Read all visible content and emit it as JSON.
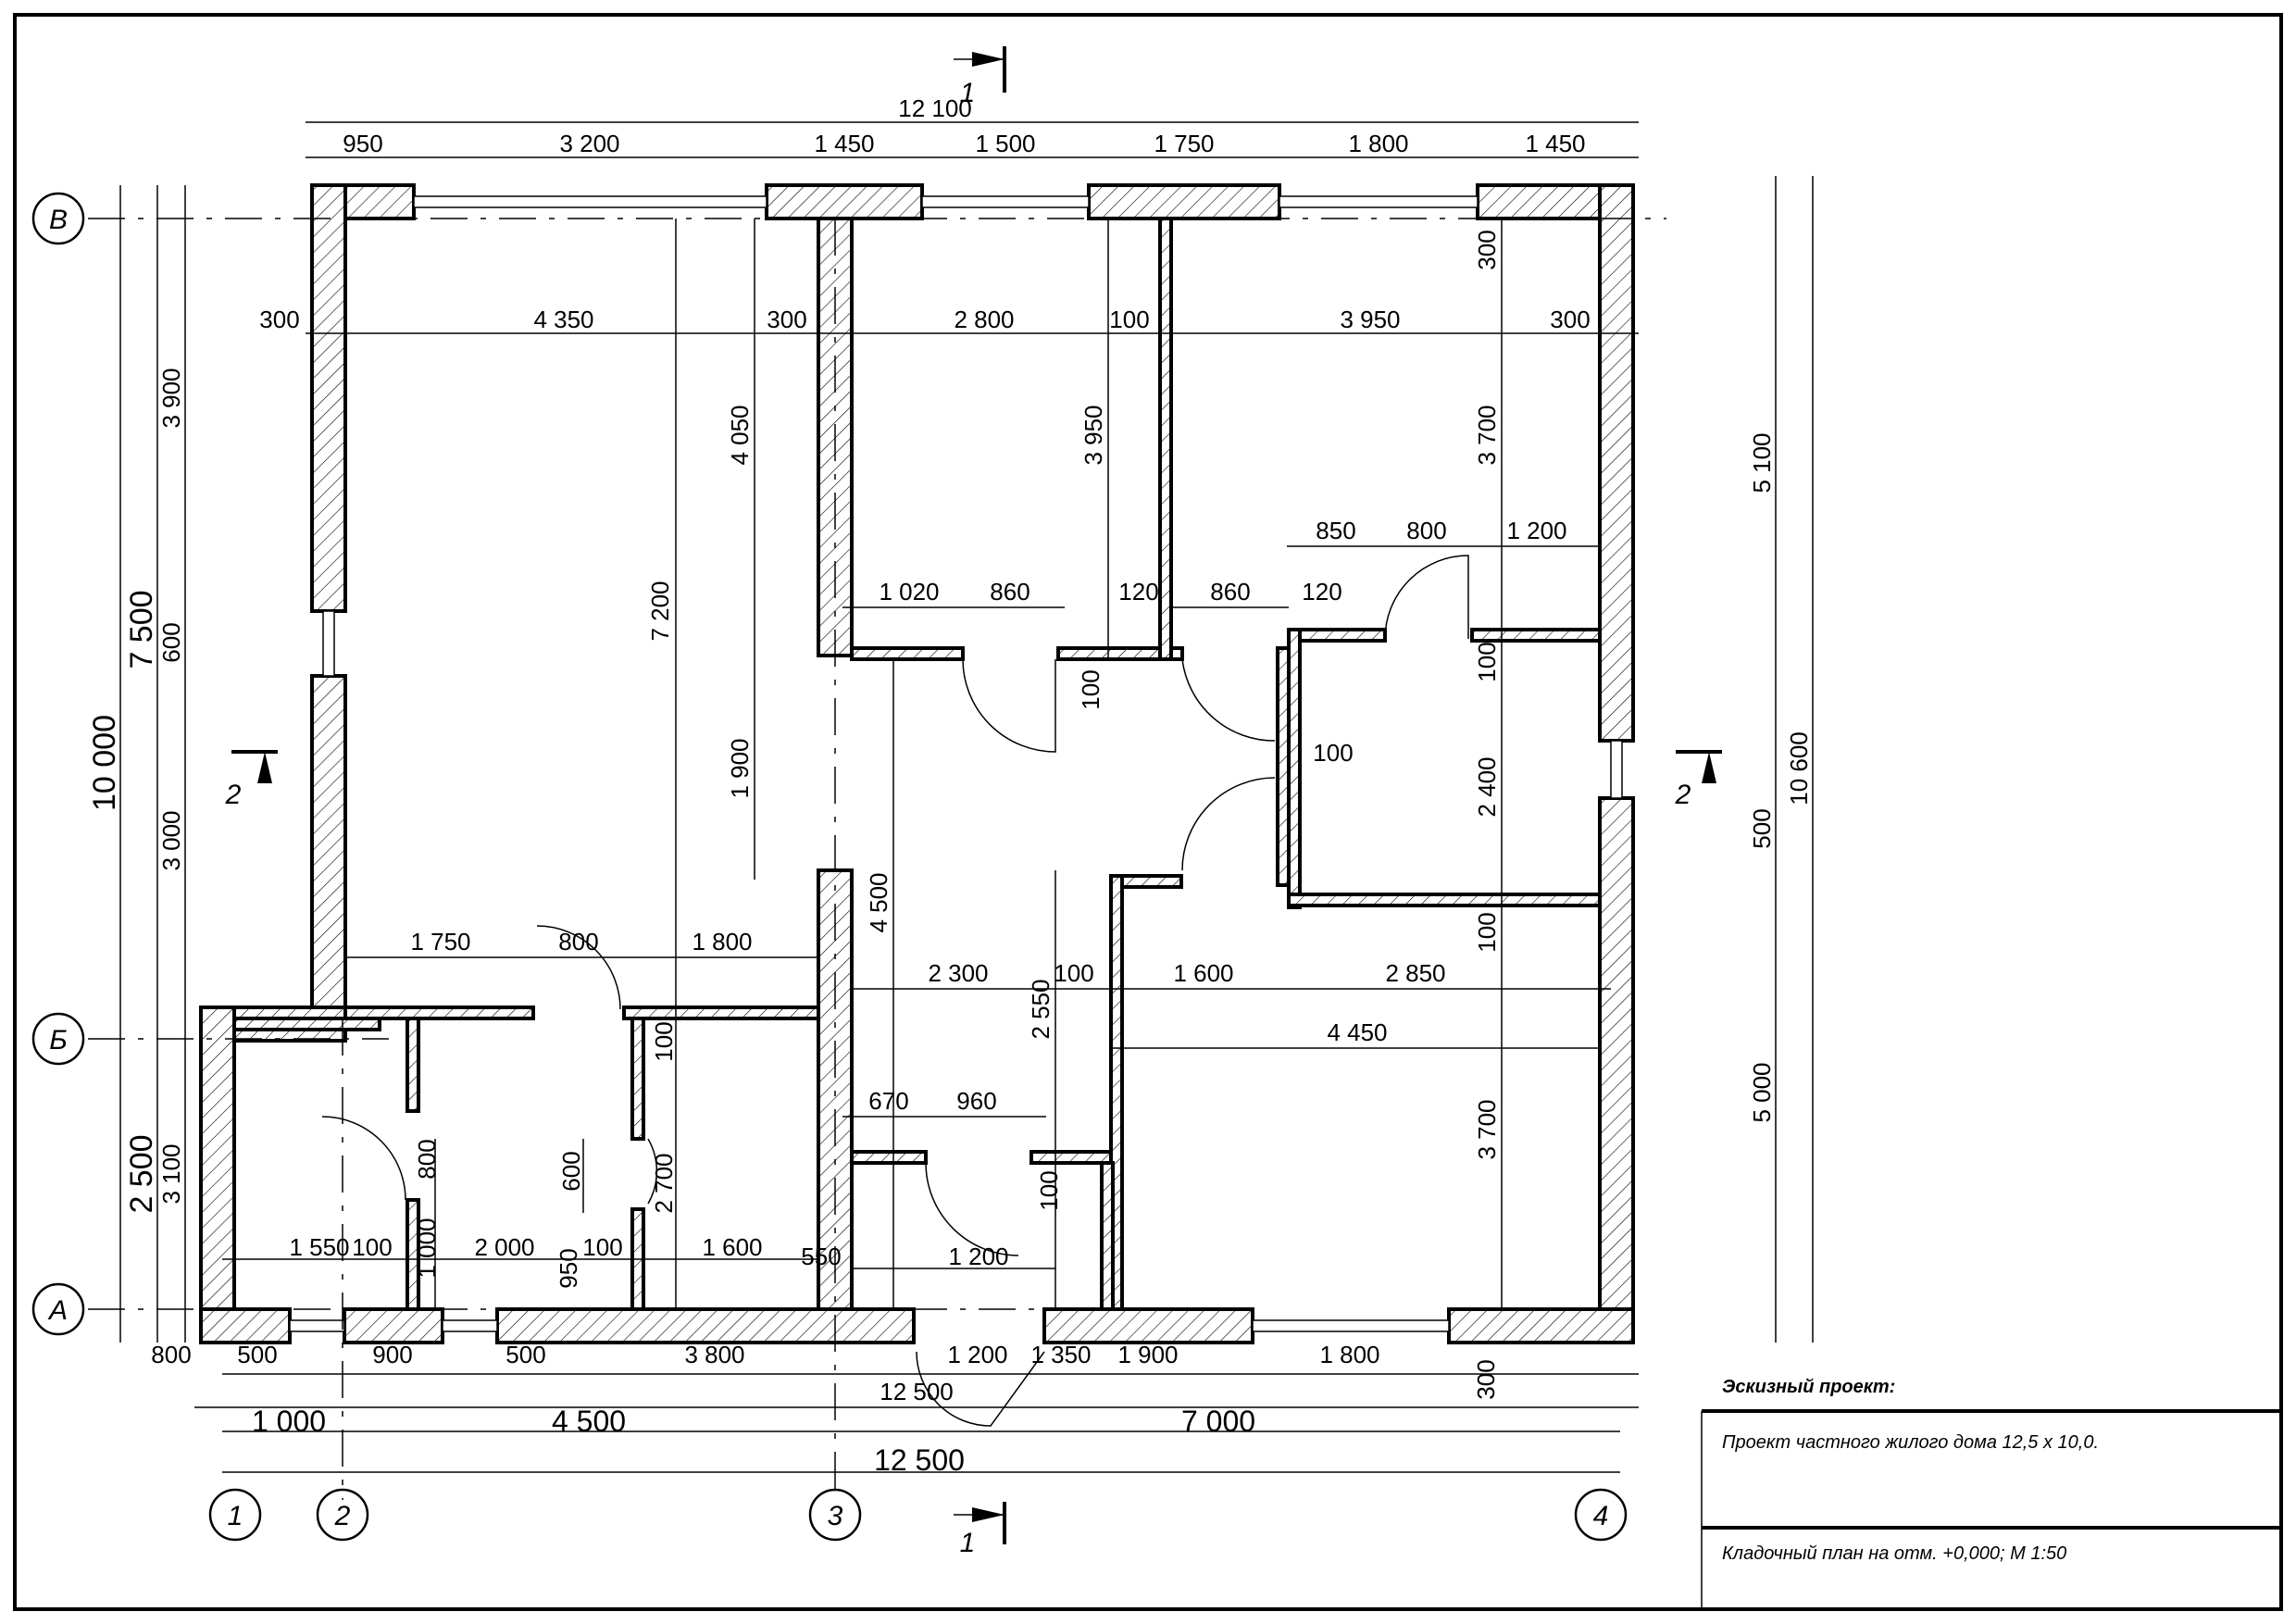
{
  "drawing": {
    "dims_top_total": "12 100",
    "dims_top": [
      "950",
      "3 200",
      "1 450",
      "1 500",
      "1 750",
      "1 800",
      "1 450"
    ],
    "dims_top_inner": [
      "300",
      "4 350",
      "300",
      "2 800",
      "100",
      "3 950",
      "300"
    ],
    "dims_bottom_row1": [
      "800",
      "500",
      "900",
      "500",
      "3 800",
      "1 200",
      "1 350",
      "1 900",
      "1 800",
      "300"
    ],
    "dims_bottom_row1_total": "12 500",
    "dims_bottom_axes": [
      "1 000",
      "4 500",
      "7 000"
    ],
    "dims_bottom_total": "12 500",
    "dims_left_outer": [
      "10 000"
    ],
    "dims_left_mid": [
      "7 500",
      "2 500"
    ],
    "dims_left_inner": [
      "3 900",
      "600",
      "3 000",
      "3 100"
    ],
    "dims_right_outer": [
      "10 600"
    ],
    "dims_right_inner": [
      "5 100",
      "500",
      "5 000"
    ],
    "room_dims": {
      "big_room_h": "7 200",
      "living_left_v": "4 050",
      "living_left_v2": "1 900",
      "room2_h": "3 950",
      "room3_h": "3 700",
      "room3_top": "300",
      "hall_v": "4 500",
      "room4_v": "2 400",
      "room4_v_top": "100",
      "room4_v_bot": "100",
      "room5_v": "3 700",
      "corr_v": "2 550",
      "room4_w": "100",
      "door_dims": [
        "1 020",
        "860",
        "120",
        "860",
        "120"
      ],
      "right_doors": [
        "850",
        "800",
        "1 200"
      ],
      "mid_row": [
        "1 750",
        "800",
        "1 800"
      ],
      "hall_row": [
        "2 300",
        "100",
        "1 600",
        "2 850"
      ],
      "room5_w": "4 450",
      "small_row": [
        "670",
        "960"
      ],
      "bath_row": [
        "1 550",
        "100",
        "2 000",
        "950",
        "100",
        "1 600",
        "550",
        "1 200"
      ],
      "v_small": [
        "800",
        "1 000",
        "600",
        "2 700",
        "100",
        "100"
      ]
    },
    "axes_horizontal": [
      "1",
      "2",
      "3",
      "4"
    ],
    "axes_vertical": [
      "В",
      "Б",
      "А"
    ],
    "section_marks": [
      "1",
      "1",
      "2",
      "2"
    ]
  },
  "title_block": {
    "label": "Эскизный проект:",
    "project": "Проект частного жилого дома 12,5 х 10,0.",
    "sheet": "Кладочный план на отм. +0,000; М 1:50"
  }
}
